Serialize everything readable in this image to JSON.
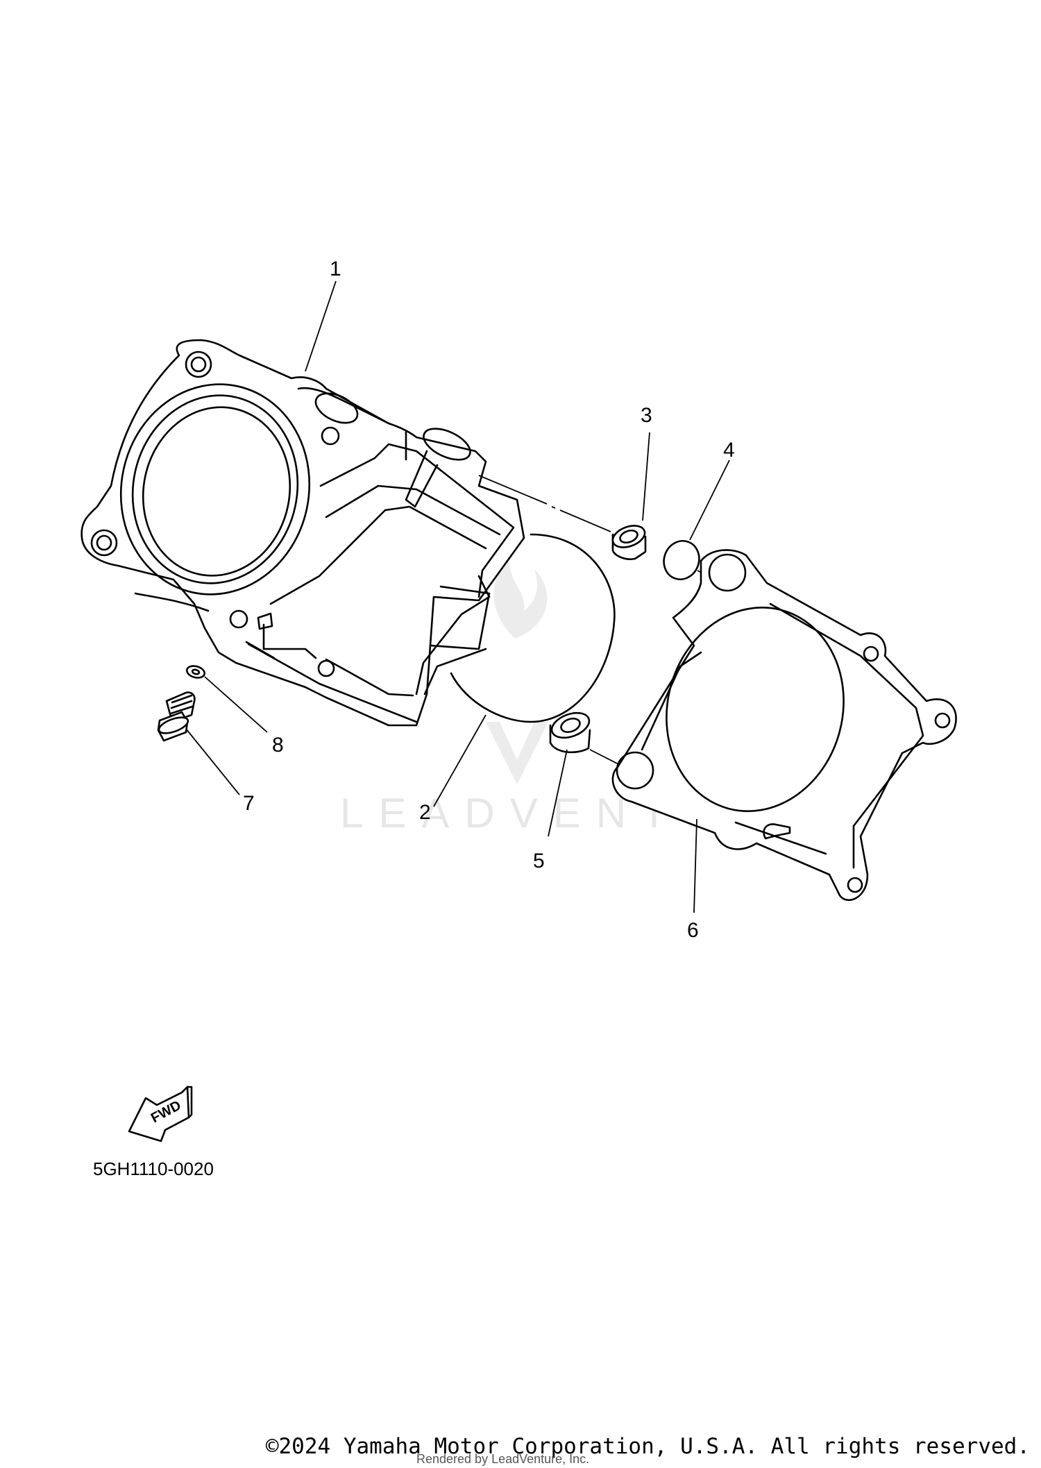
{
  "diagram": {
    "callouts": [
      "1",
      "2",
      "3",
      "4",
      "5",
      "6",
      "7",
      "8"
    ],
    "diagram_code": "5GH1110-0020",
    "fwd_label": "FWD",
    "watermark_text": "LEADVENTURE",
    "line_color": "#000000"
  },
  "footer": {
    "copyright": "©2024 Yamaha Motor Corporation, U.S.A. All rights reserved.",
    "rendered_by": "Rendered by LeadVenture, Inc."
  }
}
